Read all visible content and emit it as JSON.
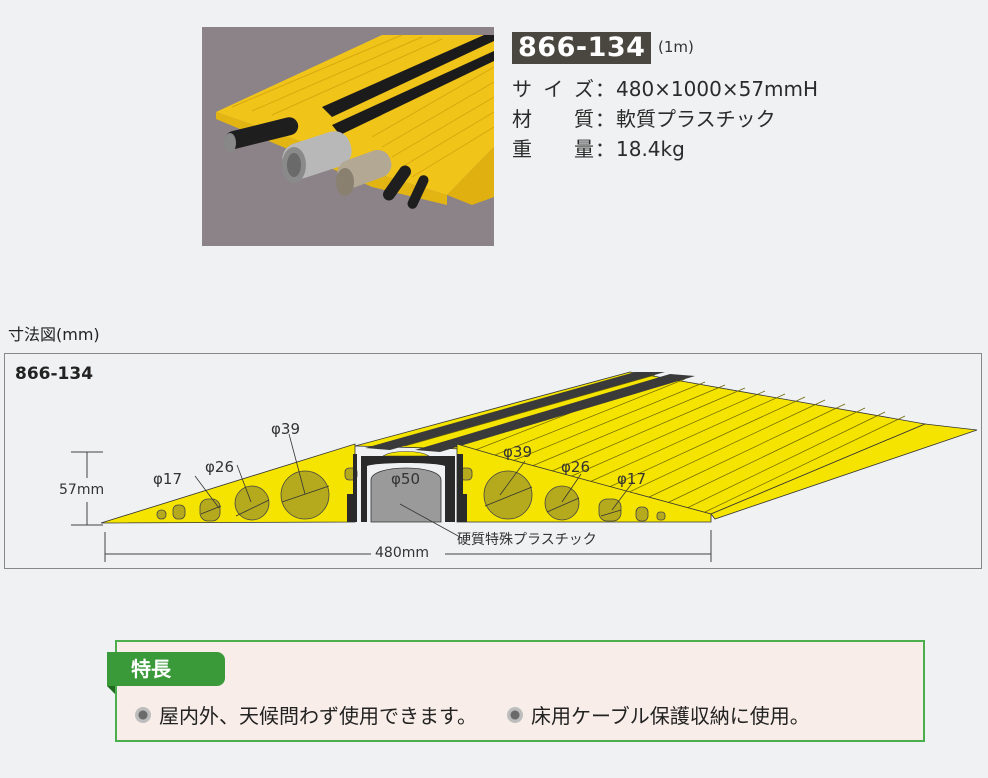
{
  "product": {
    "model": "866-134",
    "unit_length": "(1m)",
    "photo_alt": "yellow cable protector with cables and conduits"
  },
  "specs": [
    {
      "label": "サイズ",
      "sep": "：",
      "value": "480×1000×57mmH"
    },
    {
      "label": "材　質",
      "sep": "：",
      "value": "軟質プラスチック"
    },
    {
      "label": "重　量",
      "sep": "：",
      "value": "18.4kg"
    }
  ],
  "dimension_section": {
    "title": "寸法図(mm)",
    "model": "866-134",
    "height_label": "57mm",
    "width_label": "480mm",
    "hole_labels_left": [
      "φ17",
      "φ26",
      "φ39"
    ],
    "center_label": "φ50",
    "hole_labels_right": [
      "φ39",
      "φ26",
      "φ17"
    ],
    "material_callout": "硬質特殊プラスチック"
  },
  "features": {
    "title": "特長",
    "items": [
      "屋内外、天候問わず使用できます。",
      "床用ケーブル保護収納に使用。"
    ]
  },
  "colors": {
    "yellow": "#f5e400",
    "hole": "#b5aa1e",
    "dark": "#2a2a2a",
    "gray_channel": "#9a9a9a",
    "badge_bg": "#4a4740",
    "feature_green": "#3a9a3a",
    "feature_border": "#4cae4c",
    "feature_bg": "#f8ede8"
  }
}
